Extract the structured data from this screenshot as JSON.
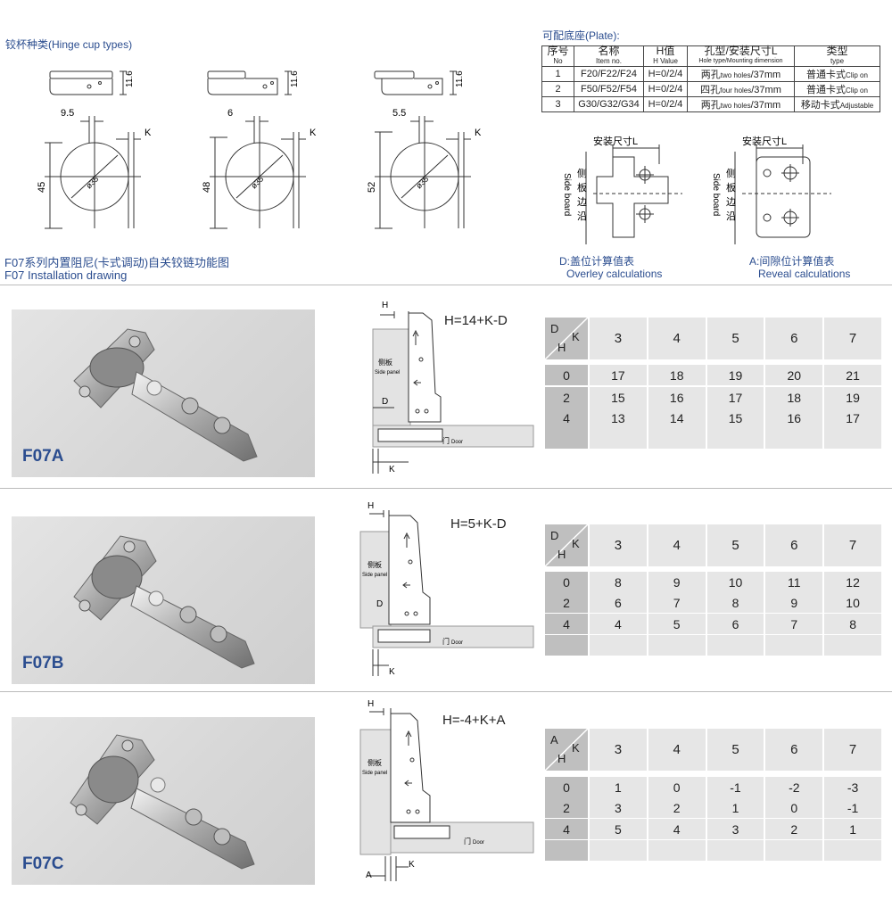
{
  "cup_section": {
    "title_zh": "铰杯种类",
    "title_en": "(Hinge cup types)",
    "cups": [
      {
        "offset": "9.5",
        "height": "45",
        "k": "K",
        "dia": "ø35",
        "depth": "11.6"
      },
      {
        "offset": "6",
        "height": "48",
        "k": "K",
        "dia": "ø35",
        "depth": "11.6"
      },
      {
        "offset": "5.5",
        "height": "52",
        "k": "K",
        "dia": "ø35",
        "depth": "11.6"
      }
    ]
  },
  "plate_section": {
    "title": "可配底座(Plate):",
    "headers": [
      {
        "zh": "序号",
        "en": "No"
      },
      {
        "zh": "名称",
        "en": "Item no."
      },
      {
        "zh": "H值",
        "en": "H Value"
      },
      {
        "zh": "孔型/安装尺寸L",
        "en": "Hole type/Mounting dimension"
      },
      {
        "zh": "类型",
        "en": "type"
      }
    ],
    "rows": [
      {
        "no": "1",
        "item": "F20/F22/F24",
        "h": "H=0/2/4",
        "hole_zh": "两孔",
        "hole_en": "two holes",
        "hole_dim": "/37mm",
        "type_zh": "普通卡式",
        "type_en": "Clip on"
      },
      {
        "no": "2",
        "item": "F50/F52/F54",
        "h": "H=0/2/4",
        "hole_zh": "四孔",
        "hole_en": "four holes",
        "hole_dim": "/37mm",
        "type_zh": "普通卡式",
        "type_en": "Clip on"
      },
      {
        "no": "3",
        "item": "G30/G32/G34",
        "h": "H=0/2/4",
        "hole_zh": "两孔",
        "hole_en": "two holes",
        "hole_dim": "/37mm",
        "type_zh": "移动卡式",
        "type_en": "Adjustable"
      }
    ],
    "mount_label": "安装尺寸L",
    "side_board_zh": [
      "侧",
      "板",
      "边",
      "沿"
    ],
    "side_board_en": "Side board"
  },
  "calc_labels": {
    "overlay_zh": "D:盖位计算值表",
    "overlay_en": "Overley calculations",
    "reveal_zh": "A:间隙位计算值表",
    "reveal_en": "Reveal calculations"
  },
  "install_title": {
    "zh": "F07系列内置阻尼(卡式调动)自关铰链功能图",
    "en": "F07 Installation drawing"
  },
  "drawing_labels": {
    "side_panel_zh": "侧板",
    "side_panel_en": "Side panel",
    "door_zh": "门",
    "door_en": "Door",
    "h": "H",
    "d": "D",
    "k": "K",
    "a": "A"
  },
  "models": [
    {
      "name": "F07A",
      "formula": "H=14+K-D",
      "corner_var": "D",
      "corner_h": "H",
      "corner_k": "K",
      "k_values": [
        "3",
        "4",
        "5",
        "6",
        "7"
      ],
      "rows": [
        {
          "h": "0",
          "values": [
            "17",
            "18",
            "19",
            "20",
            "21"
          ]
        },
        {
          "h": "2",
          "values": [
            "15",
            "16",
            "17",
            "18",
            "19"
          ]
        },
        {
          "h": "4",
          "values": [
            "13",
            "14",
            "15",
            "16",
            "17"
          ]
        },
        {
          "h": "",
          "values": [
            "",
            "",
            "",
            "",
            ""
          ]
        }
      ]
    },
    {
      "name": "F07B",
      "formula": "H=5+K-D",
      "corner_var": "D",
      "corner_h": "H",
      "corner_k": "K",
      "k_values": [
        "3",
        "4",
        "5",
        "6",
        "7"
      ],
      "rows": [
        {
          "h": "0",
          "values": [
            "8",
            "9",
            "10",
            "11",
            "12"
          ]
        },
        {
          "h": "2",
          "values": [
            "6",
            "7",
            "8",
            "9",
            "10"
          ]
        },
        {
          "h": "4",
          "values": [
            "4",
            "5",
            "6",
            "7",
            "8"
          ]
        },
        {
          "h": "",
          "values": [
            "",
            "",
            "",
            "",
            ""
          ]
        }
      ]
    },
    {
      "name": "F07C",
      "formula": "H=-4+K+A",
      "corner_var": "A",
      "corner_h": "H",
      "corner_k": "K",
      "k_values": [
        "3",
        "4",
        "5",
        "6",
        "7"
      ],
      "rows": [
        {
          "h": "0",
          "values": [
            "1",
            "0",
            "-1",
            "-2",
            "-3"
          ]
        },
        {
          "h": "2",
          "values": [
            "3",
            "2",
            "1",
            "0",
            "-1"
          ]
        },
        {
          "h": "4",
          "values": [
            "5",
            "4",
            "3",
            "2",
            "1"
          ]
        },
        {
          "h": "",
          "values": [
            "",
            "",
            "",
            "",
            ""
          ]
        }
      ]
    }
  ]
}
